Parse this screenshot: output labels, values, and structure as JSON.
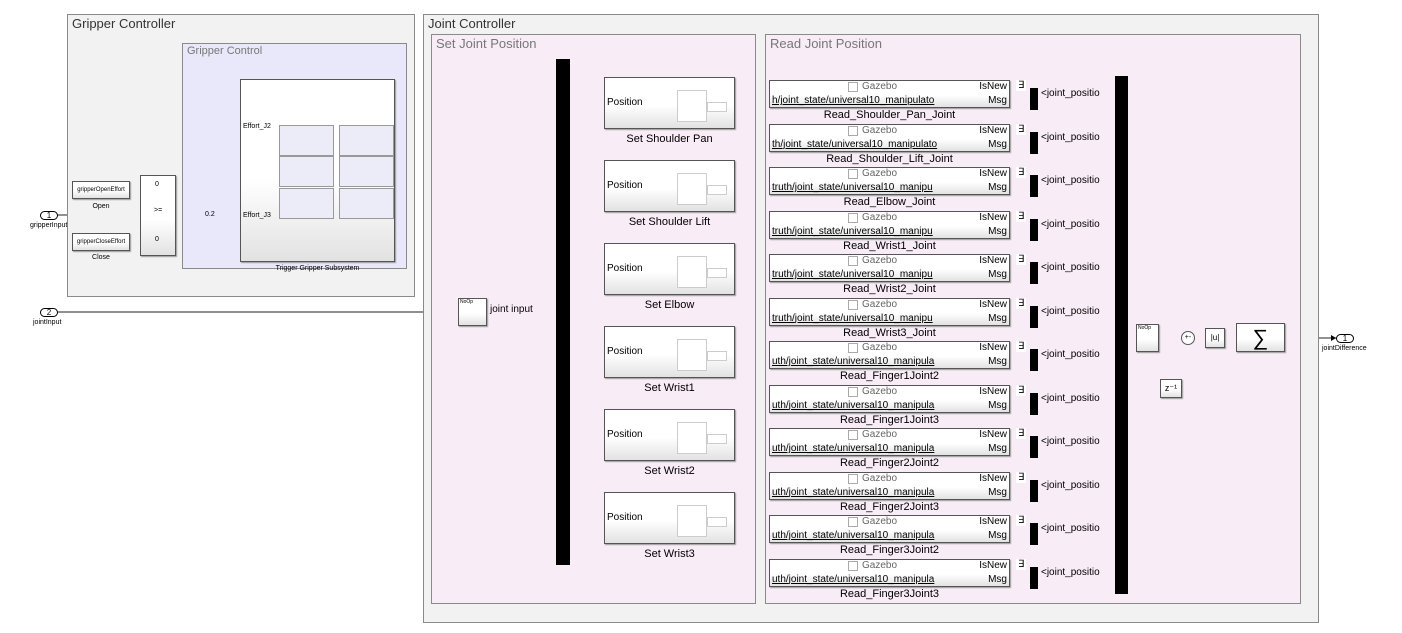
{
  "gripper_controller": {
    "title": "Gripper Controller",
    "gripper_control": {
      "title": "Gripper Control"
    },
    "open": {
      "value": "gripperOpenEffort",
      "label": "Open"
    },
    "close": {
      "value": "gripperCloseEffort",
      "label": "Close"
    },
    "switch": {
      "criterion": ">=",
      "in1": "0",
      "in3": "0"
    },
    "gain": "0.2",
    "trigger": {
      "label": "Trigger Gripper Subsystem",
      "port1": "Effort_J2",
      "port2": "Effort_J3"
    }
  },
  "inports": [
    {
      "num": "1",
      "name": "gripperInput"
    },
    {
      "num": "2",
      "name": "jointInput"
    }
  ],
  "outport": {
    "num": "1",
    "name": "jointDifference"
  },
  "joint_controller": {
    "title": "Joint Controller",
    "set": {
      "title": "Set Joint Position",
      "demux_label": "joint input",
      "demux_tag": "NoOp",
      "port": "Position",
      "blocks": [
        "Set Shoulder Pan",
        "Set Shoulder Lift",
        "Set Elbow",
        "Set Wrist1",
        "Set Wrist2",
        "Set Wrist3"
      ]
    },
    "read": {
      "title": "Read Joint Position",
      "source": "Gazebo",
      "isnew": "IsNew",
      "msg": "Msg",
      "selector": "<joint_positio",
      "blocks": [
        {
          "topic": "h/joint_state/universal10_manipulato",
          "name": "Read_Shoulder_Pan_Joint"
        },
        {
          "topic": "th/joint_state/universal10_manipulato",
          "name": "Read_Shoulder_Lift_Joint"
        },
        {
          "topic": "truth/joint_state/universal10_manipu",
          "name": "Read_Elbow_Joint"
        },
        {
          "topic": "truth/joint_state/universal10_manipu",
          "name": "Read_Wrist1_Joint"
        },
        {
          "topic": "truth/joint_state/universal10_manipu",
          "name": "Read_Wrist2_Joint"
        },
        {
          "topic": "truth/joint_state/universal10_manipu",
          "name": "Read_Wrist3_Joint"
        },
        {
          "topic": "uth/joint_state/universal10_manipula",
          "name": "Read_Finger1Joint2"
        },
        {
          "topic": "uth/joint_state/universal10_manipula",
          "name": "Read_Finger1Joint3"
        },
        {
          "topic": "uth/joint_state/universal10_manipula",
          "name": "Read_Finger2Joint2"
        },
        {
          "topic": "uth/joint_state/universal10_manipula",
          "name": "Read_Finger2Joint3"
        },
        {
          "topic": "uth/joint_state/universal10_manipula",
          "name": "Read_Finger3Joint2"
        },
        {
          "topic": "uth/joint_state/universal10_manipula",
          "name": "Read_Finger3Joint3"
        }
      ]
    },
    "convert_tag": "NoOp",
    "sum_signs": "+-",
    "delay": "z⁻¹",
    "abs": "|u|",
    "sigma": "∑"
  }
}
